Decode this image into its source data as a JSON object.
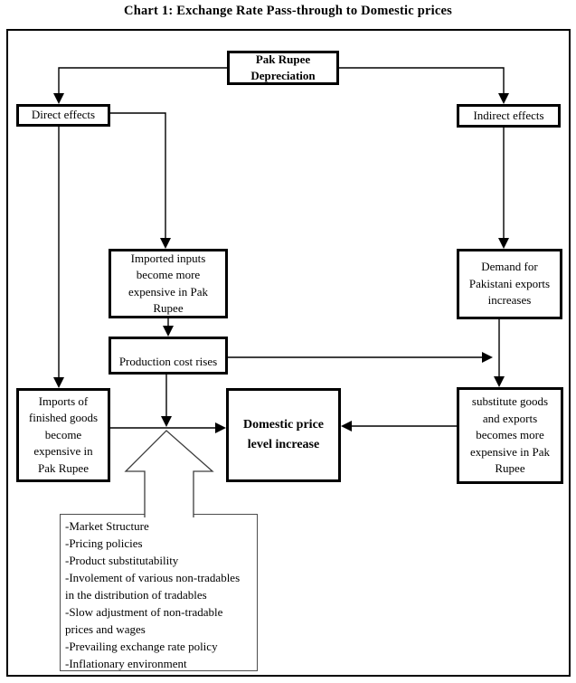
{
  "title": "Chart 1: Exchange Rate Pass-through to Domestic prices",
  "colors": {
    "background": "#ffffff",
    "line": "#000000",
    "box_border": "#000000",
    "text": "#000000"
  },
  "nodes": {
    "pak_rupee": {
      "label": "Pak Rupee\nDepreciation"
    },
    "direct_effects": {
      "label": "Direct effects"
    },
    "indirect_effects": {
      "label": "Indirect effects"
    },
    "imported_inputs": {
      "label": "Imported inputs\nbecome more\nexpensive in Pak\nRupee"
    },
    "demand_exports": {
      "label": "Demand for\nPakistani exports\nincreases"
    },
    "production_cost": {
      "label": "Production cost rises"
    },
    "imports_finished": {
      "label": "Imports of\nfinished goods\nbecome\nexpensive in\nPak Rupee"
    },
    "domestic_price": {
      "label": "Domestic price\nlevel increase"
    },
    "substitute_goods": {
      "label": "substitute goods\nand exports\nbecomes more\nexpensive in Pak\nRupee"
    }
  },
  "factors": {
    "lines": [
      "-Market Structure",
      "-Pricing policies",
      "-Product substitutability",
      "-Involement of various non-tradables",
      "in the distribution of tradables",
      "-Slow adjustment of non-tradable",
      "prices and wages",
      "-Prevailing exchange rate policy",
      "-Inflationary environment"
    ]
  }
}
